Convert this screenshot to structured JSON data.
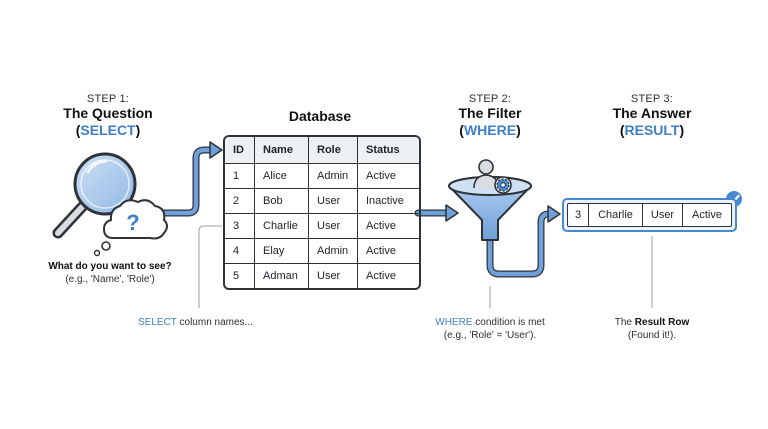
{
  "step1": {
    "label": "STEP 1:",
    "title": "The Question",
    "kw_open": "(",
    "keyword": "SELECT",
    "kw_close": ")",
    "question": "What do you want to see?",
    "example": "(e.g., 'Name', 'Role')",
    "note_keyword": "SELECT",
    "note_text": " column names..."
  },
  "database": {
    "title": "Database",
    "columns": [
      "ID",
      "Name",
      "Role",
      "Status"
    ],
    "rows": [
      [
        "1",
        "Alice",
        "Admin",
        "Active"
      ],
      [
        "2",
        "Bob",
        "User",
        "Inactive"
      ],
      [
        "3",
        "Charlie",
        "User",
        "Active"
      ],
      [
        "4",
        "Elay",
        "Admin",
        "Active"
      ],
      [
        "5",
        "Adman",
        "User",
        "Active"
      ]
    ]
  },
  "step2": {
    "label": "STEP 2:",
    "title": "The Filter",
    "kw_open": "(",
    "keyword": "WHERE",
    "kw_close": ")",
    "note_keyword": "WHERE",
    "note_text": " condition is met",
    "example": "(e.g., 'Role' = 'User')."
  },
  "step3": {
    "label": "STEP 3:",
    "title": "The Answer",
    "kw_open": "(",
    "keyword": "RESULT",
    "kw_close": ")",
    "result_row": [
      "3",
      "Charlie",
      "User",
      "Active"
    ],
    "note_prefix": "The ",
    "note_bold": "Result Row",
    "note_sub": "(Found it!)."
  },
  "icons": {
    "question": "magnifier-question-icon",
    "filter": "funnel-user-gear-icon",
    "check": "check-badge-icon"
  },
  "colors": {
    "accent": "#4a88cf",
    "keyword": "#3f7fc4",
    "outline": "#2f3338"
  }
}
